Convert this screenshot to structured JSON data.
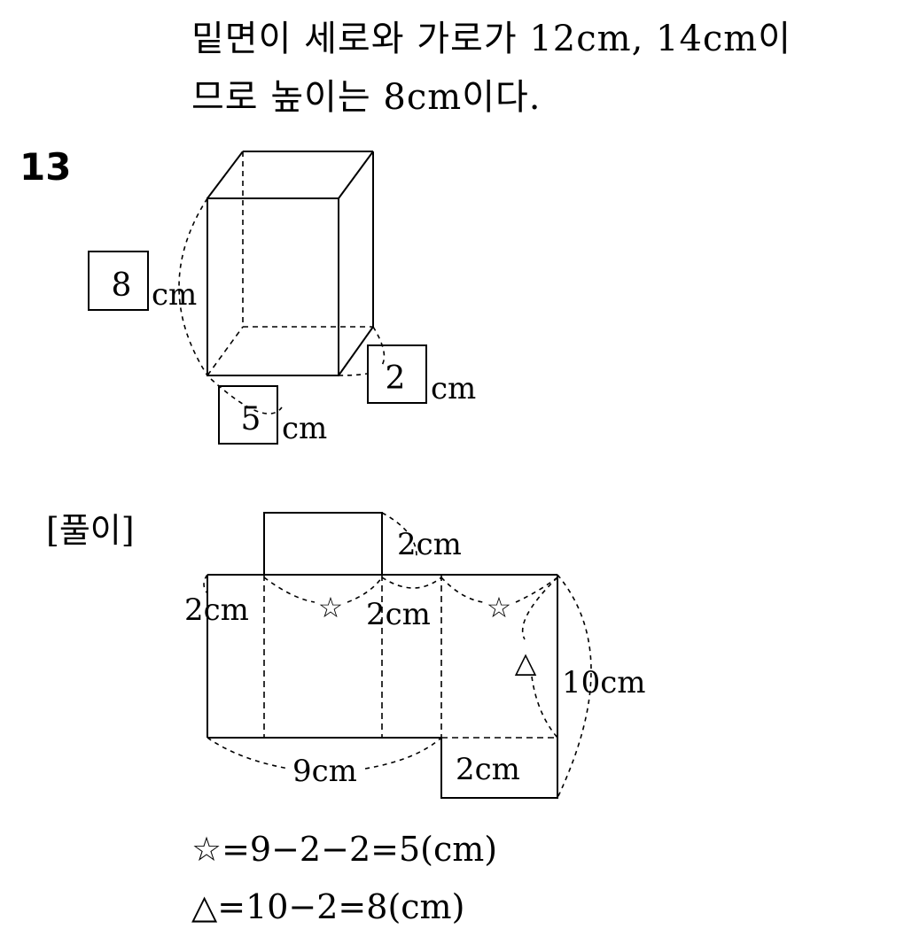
{
  "intro": {
    "line1": "밑면이 세로와 가로가 12cm, 14cm이",
    "line2": "므로 높이는 8cm이다."
  },
  "question_number": "13",
  "figure1": {
    "height_answer": "8",
    "height_unit": "cm",
    "width_answer": "5",
    "width_unit": "cm",
    "depth_answer": "2",
    "depth_unit": "cm"
  },
  "solution_label": "[풀이]",
  "net": {
    "top_flap_label": "2cm",
    "left_edge_label": "2cm",
    "star1": "☆",
    "middle_label": "2cm",
    "star2": "☆",
    "triangle": "△",
    "right_label": "10cm",
    "bottom_label": "9cm",
    "bottom_flap_label": "2cm"
  },
  "equations": {
    "star": "☆=9−2−2=5(cm)",
    "triangle": "△=10−2=8(cm)"
  }
}
